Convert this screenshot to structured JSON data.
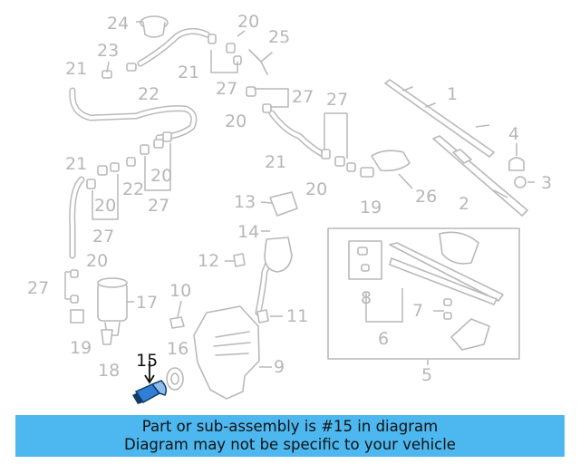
{
  "diagram": {
    "highlighted_callout": "15",
    "callouts": {
      "c1": "1",
      "c2": "2",
      "c3": "3",
      "c4": "4",
      "c5": "5",
      "c6": "6",
      "c7": "7",
      "c8": "8",
      "c9": "9",
      "c10": "10",
      "c11": "11",
      "c12": "12",
      "c13": "13",
      "c14": "14",
      "c15": "15",
      "c16": "16",
      "c17": "17",
      "c18": "18",
      "c19": "19",
      "c20": "20",
      "c21": "21",
      "c22": "22",
      "c23": "23",
      "c24": "24",
      "c25": "25",
      "c26": "26",
      "c27": "27"
    }
  },
  "banner": {
    "line1": "Part or sub-assembly is #15 in diagram",
    "line2": "Diagram may not be specific to your vehicle",
    "background": "#4db8f0"
  },
  "colors": {
    "highlight_part": "#2f7fd6",
    "outline": "#b9b9b9",
    "label": "#b7b7b7"
  }
}
